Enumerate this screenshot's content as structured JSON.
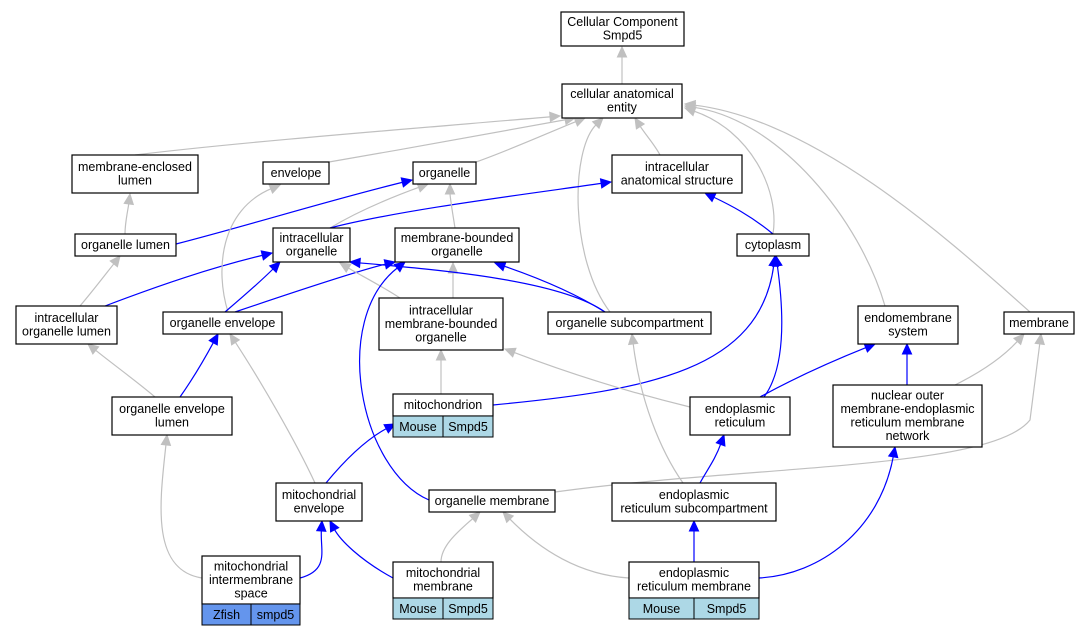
{
  "graph": {
    "nodes": [
      {
        "id": "root",
        "lines": [
          "Cellular Component",
          "Smpd5"
        ]
      },
      {
        "id": "cae",
        "lines": [
          "cellular anatomical",
          "entity"
        ]
      },
      {
        "id": "mel",
        "lines": [
          "membrane-enclosed",
          "lumen"
        ]
      },
      {
        "id": "env",
        "lines": [
          "envelope"
        ]
      },
      {
        "id": "org",
        "lines": [
          "organelle"
        ]
      },
      {
        "id": "ias",
        "lines": [
          "intracellular",
          "anatomical structure"
        ]
      },
      {
        "id": "ol",
        "lines": [
          "organelle lumen"
        ]
      },
      {
        "id": "io",
        "lines": [
          "intracellular",
          "organelle"
        ]
      },
      {
        "id": "mbo",
        "lines": [
          "membrane-bounded",
          "organelle"
        ]
      },
      {
        "id": "cyto",
        "lines": [
          "cytoplasm"
        ]
      },
      {
        "id": "iol",
        "lines": [
          "intracellular",
          "organelle lumen"
        ]
      },
      {
        "id": "oe",
        "lines": [
          "organelle envelope"
        ]
      },
      {
        "id": "imbo",
        "lines": [
          "intracellular",
          "membrane-bounded",
          "organelle"
        ]
      },
      {
        "id": "osc",
        "lines": [
          "organelle subcompartment"
        ]
      },
      {
        "id": "ems",
        "lines": [
          "endomembrane",
          "system"
        ]
      },
      {
        "id": "mem",
        "lines": [
          "membrane"
        ]
      },
      {
        "id": "oel",
        "lines": [
          "organelle envelope",
          "lumen"
        ]
      },
      {
        "id": "mito",
        "lines": [
          "mitochondrion"
        ],
        "cells": [
          "Mouse",
          "Smpd5"
        ]
      },
      {
        "id": "er",
        "lines": [
          "endoplasmic",
          "reticulum"
        ]
      },
      {
        "id": "nom",
        "lines": [
          "nuclear outer",
          "membrane-endoplasmic",
          "reticulum membrane",
          "network"
        ]
      },
      {
        "id": "menv",
        "lines": [
          "mitochondrial",
          "envelope"
        ]
      },
      {
        "id": "om",
        "lines": [
          "organelle membrane"
        ]
      },
      {
        "id": "ersc",
        "lines": [
          "endoplasmic",
          "reticulum subcompartment"
        ]
      },
      {
        "id": "mims",
        "lines": [
          "mitochondrial",
          "intermembrane",
          "space"
        ],
        "cells": [
          "Zfish",
          "smpd5"
        ]
      },
      {
        "id": "mm",
        "lines": [
          "mitochondrial",
          "membrane"
        ],
        "cells": [
          "Mouse",
          "Smpd5"
        ]
      },
      {
        "id": "erm",
        "lines": [
          "endoplasmic",
          "reticulum membrane"
        ],
        "cells": [
          "Mouse",
          "Smpd5"
        ]
      }
    ],
    "edges": [
      {
        "from": "cae",
        "to": "root",
        "color": "#c0c0c0"
      },
      {
        "from": "mel",
        "to": "cae",
        "color": "#c0c0c0"
      },
      {
        "from": "env",
        "to": "cae",
        "color": "#c0c0c0"
      },
      {
        "from": "org",
        "to": "cae",
        "color": "#c0c0c0"
      },
      {
        "from": "ias",
        "to": "cae",
        "color": "#c0c0c0"
      },
      {
        "from": "cyto",
        "to": "cae",
        "color": "#c0c0c0"
      },
      {
        "from": "ems",
        "to": "cae",
        "color": "#c0c0c0"
      },
      {
        "from": "mem",
        "to": "cae",
        "color": "#c0c0c0"
      },
      {
        "from": "osc",
        "to": "cae",
        "color": "#c0c0c0"
      },
      {
        "from": "ol",
        "to": "mel",
        "color": "#c0c0c0"
      },
      {
        "from": "ol",
        "to": "org",
        "color": "#0000ff"
      },
      {
        "from": "io",
        "to": "org",
        "color": "#c0c0c0"
      },
      {
        "from": "io",
        "to": "ias",
        "color": "#0000ff"
      },
      {
        "from": "mbo",
        "to": "org",
        "color": "#c0c0c0"
      },
      {
        "from": "cyto",
        "to": "ias",
        "color": "#0000ff"
      },
      {
        "from": "iol",
        "to": "ol",
        "color": "#c0c0c0"
      },
      {
        "from": "iol",
        "to": "io",
        "color": "#0000ff"
      },
      {
        "from": "oe",
        "to": "env",
        "color": "#c0c0c0"
      },
      {
        "from": "oe",
        "to": "io",
        "color": "#0000ff"
      },
      {
        "from": "oe",
        "to": "mbo",
        "color": "#0000ff"
      },
      {
        "from": "imbo",
        "to": "io",
        "color": "#c0c0c0"
      },
      {
        "from": "imbo",
        "to": "mbo",
        "color": "#c0c0c0"
      },
      {
        "from": "osc",
        "to": "io",
        "color": "#0000ff"
      },
      {
        "from": "osc",
        "to": "mbo",
        "color": "#0000ff"
      },
      {
        "from": "oel",
        "to": "iol",
        "color": "#c0c0c0"
      },
      {
        "from": "oel",
        "to": "oe",
        "color": "#0000ff"
      },
      {
        "from": "mito",
        "to": "imbo",
        "color": "#c0c0c0"
      },
      {
        "from": "mito",
        "to": "cyto",
        "color": "#0000ff"
      },
      {
        "from": "er",
        "to": "imbo",
        "color": "#c0c0c0"
      },
      {
        "from": "er",
        "to": "cyto",
        "color": "#0000ff"
      },
      {
        "from": "er",
        "to": "ems",
        "color": "#0000ff"
      },
      {
        "from": "nom",
        "to": "ems",
        "color": "#0000ff"
      },
      {
        "from": "nom",
        "to": "mem",
        "color": "#c0c0c0"
      },
      {
        "from": "menv",
        "to": "oe",
        "color": "#c0c0c0"
      },
      {
        "from": "menv",
        "to": "mito",
        "color": "#0000ff"
      },
      {
        "from": "om",
        "to": "mbo",
        "color": "#0000ff"
      },
      {
        "from": "om",
        "to": "mem",
        "color": "#c0c0c0"
      },
      {
        "from": "ersc",
        "to": "osc",
        "color": "#c0c0c0"
      },
      {
        "from": "ersc",
        "to": "er",
        "color": "#0000ff"
      },
      {
        "from": "mims",
        "to": "oel",
        "color": "#c0c0c0"
      },
      {
        "from": "mims",
        "to": "menv",
        "color": "#0000ff"
      },
      {
        "from": "mm",
        "to": "menv",
        "color": "#0000ff"
      },
      {
        "from": "mm",
        "to": "om",
        "color": "#c0c0c0"
      },
      {
        "from": "erm",
        "to": "om",
        "color": "#c0c0c0"
      },
      {
        "from": "erm",
        "to": "ersc",
        "color": "#0000ff"
      },
      {
        "from": "erm",
        "to": "nom",
        "color": "#0000ff"
      }
    ],
    "colors": {
      "is_a_edge": "#c0c0c0",
      "part_of_edge": "#0000ff",
      "mouse_cell": "#add8e6",
      "zfish_cell": "#6495ed",
      "node_border": "#000000",
      "node_fill": "#ffffff"
    }
  }
}
